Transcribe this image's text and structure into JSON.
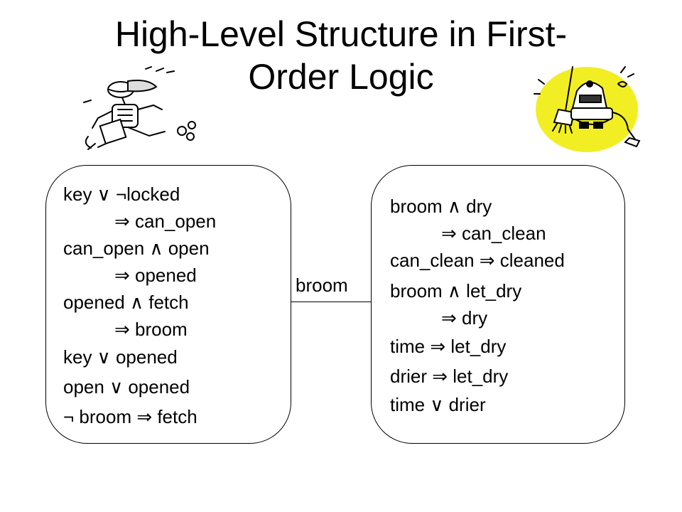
{
  "slide": {
    "title_line1": "High-Level Structure in First-",
    "title_line2": "Order Logic"
  },
  "left_box": {
    "lines": [
      "key  ∨  ¬locked",
      "⇒  can_open",
      "can_open  ∧  open",
      "⇒  opened",
      "opened  ∧  fetch",
      "⇒  broom",
      "key  ∨  opened",
      "open  ∨  opened",
      "¬  broom  ⇒  fetch"
    ]
  },
  "right_box": {
    "lines": [
      "broom  ∧  dry",
      "⇒  can_clean",
      "can_clean  ⇒  cleaned",
      "broom  ∧  let_dry",
      "⇒  dry",
      "time  ⇒  let_dry",
      "drier  ⇒  let_dry",
      "time  ∨  drier"
    ]
  },
  "connector": {
    "label": "broom"
  },
  "colors": {
    "cleaning_bg": "#f2ee24",
    "line": "#000000"
  },
  "images": {
    "left": "running-robot-clipart",
    "right": "cleaning-robot-clipart"
  }
}
